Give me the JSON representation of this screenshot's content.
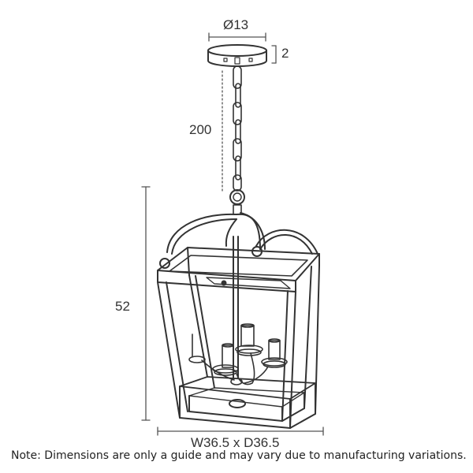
{
  "dimensions": {
    "canopy_diameter": "Ø13",
    "canopy_height": "2",
    "chain_length": "200",
    "body_height": "52",
    "width_depth": "W36.5 x D36.5"
  },
  "note": "Note: Dimensions are only a guide and may vary due to manufacturing variations."
}
